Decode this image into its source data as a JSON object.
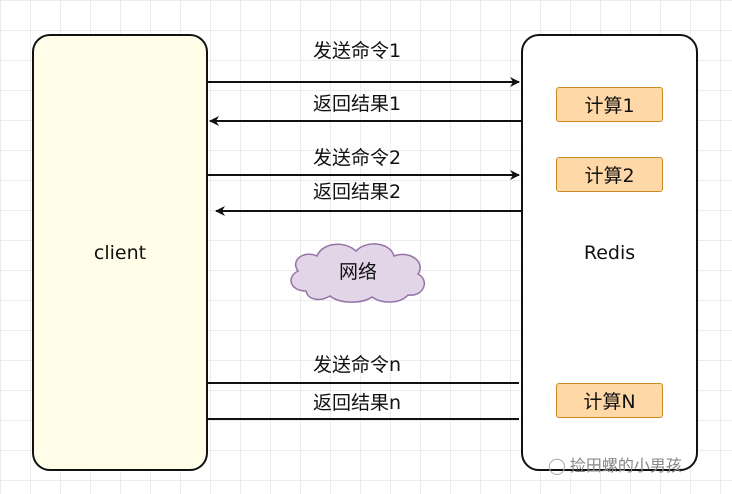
{
  "diagram": {
    "client_label": "client",
    "server_label": "Redis",
    "network_label": "网络",
    "messages": {
      "send_1": "发送命令1",
      "return_1": "返回结果1",
      "send_2": "发送命令2",
      "return_2": "返回结果2",
      "send_n": "发送命令n",
      "return_n": "返回结果n"
    },
    "computations": {
      "c1": "计算1",
      "c2": "计算2",
      "cn": "计算N"
    }
  },
  "watermark": {
    "text": "捡田螺的小男孩",
    "icon": "wechat-icon"
  },
  "colors": {
    "client_fill": "#fffce8",
    "compute_fill": "#ffd8a8",
    "compute_border": "#c98a24",
    "cloud_fill": "#e1d5e7",
    "cloud_border": "#9673a6"
  }
}
